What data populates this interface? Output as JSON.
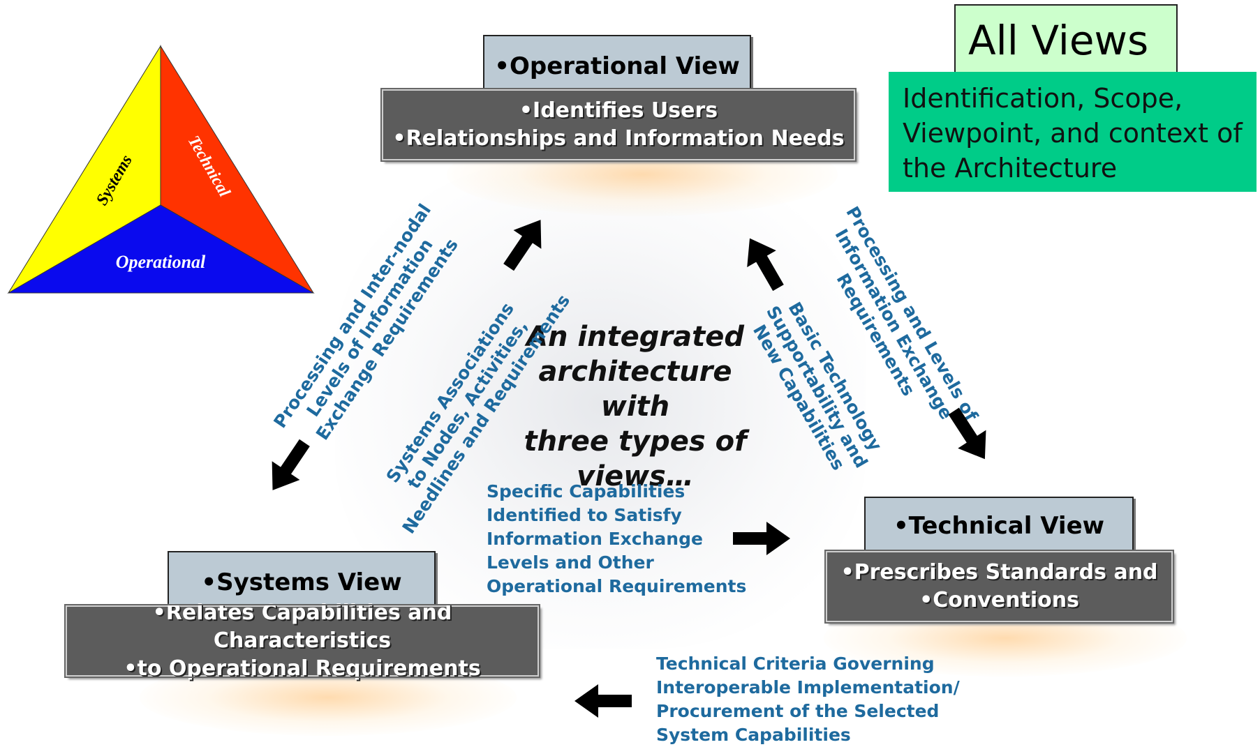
{
  "triangle": {
    "systems_label": "Systems",
    "technical_label": "Technical",
    "operational_label": "Operational",
    "colors": {
      "systems": "#ffff00",
      "technical": "#ff3300",
      "operational": "#0a0aee"
    }
  },
  "all_views": {
    "title": "All Views",
    "description": [
      "Identification, Scope,",
      "Viewpoint, and context of",
      "the Architecture"
    ],
    "colors": {
      "title_bg": "#ccffcc",
      "desc_bg": "#00cc88"
    }
  },
  "operational_view": {
    "title": "•Operational View",
    "items": [
      "•Identifies Users",
      "•Relationships and Information Needs"
    ]
  },
  "technical_view": {
    "title": "•Technical View",
    "items": [
      "•Prescribes Standards and",
      "•Conventions"
    ]
  },
  "systems_view": {
    "title": "•Systems View",
    "items": [
      "•Relates Capabilities and Characteristics",
      "•to Operational Requirements"
    ]
  },
  "center_text": [
    "An integrated",
    "architecture with",
    "three types of",
    "views…"
  ],
  "flows": {
    "op_to_sys": [
      "Processing and Inter-nodal",
      "Levels of Information",
      "Exchange Requirements"
    ],
    "sys_to_op": [
      "Systems Associations",
      "to Nodes, Activities,",
      "Needlines and Requirements"
    ],
    "tech_to_op": [
      "Basic Technology",
      "Supportability and",
      "New Capabilities"
    ],
    "op_to_tech": [
      "Processing and Levels of",
      "Information Exchange",
      "Requirements"
    ],
    "sys_to_tech": [
      "Specific Capabilities",
      "Identified to Satisfy",
      "Information Exchange",
      "Levels and Other",
      "Operational Requirements"
    ],
    "tech_to_sys": [
      "Technical Criteria Governing",
      "Interoperable Implementation/",
      "Procurement of the Selected",
      "System Capabilities"
    ]
  }
}
